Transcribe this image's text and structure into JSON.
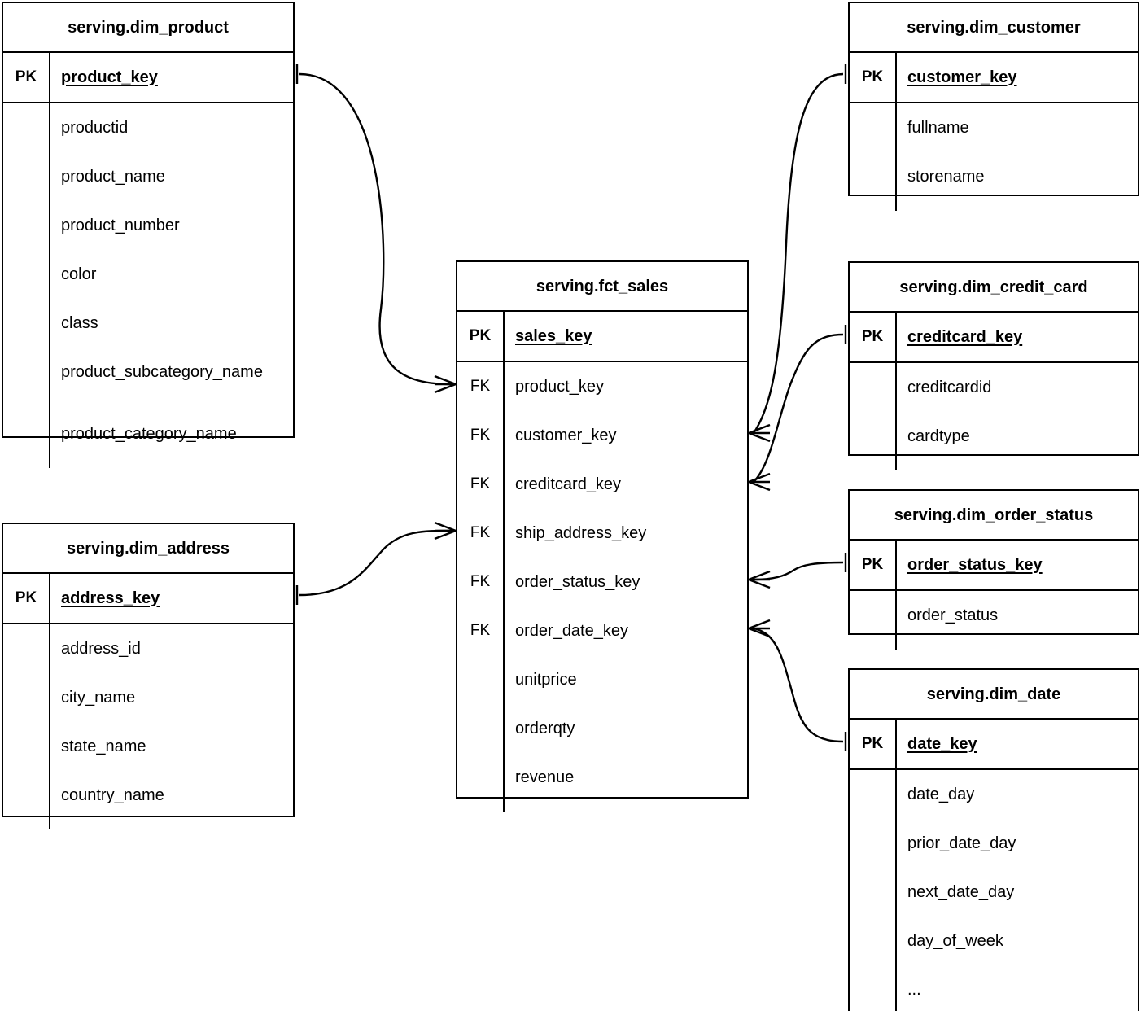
{
  "diagram": {
    "type": "entity-relationship-diagram",
    "notation": "crow's-foot",
    "background_color": "#ffffff",
    "line_color": "#000000",
    "text_color": "#000000"
  },
  "entities": [
    {
      "id": "dim_product",
      "title": "serving.dim_product",
      "pk_label": "PK",
      "pk_field": "product_key",
      "attributes": [
        {
          "key": "",
          "name": "productid"
        },
        {
          "key": "",
          "name": "product_name"
        },
        {
          "key": "",
          "name": "product_number"
        },
        {
          "key": "",
          "name": "color"
        },
        {
          "key": "",
          "name": "class"
        },
        {
          "key": "",
          "name": "product_subcategory_name"
        },
        {
          "key": "",
          "name": "product_category_name"
        }
      ]
    },
    {
      "id": "dim_address",
      "title": "serving.dim_address",
      "pk_label": "PK",
      "pk_field": "address_key",
      "attributes": [
        {
          "key": "",
          "name": "address_id"
        },
        {
          "key": "",
          "name": "city_name"
        },
        {
          "key": "",
          "name": "state_name"
        },
        {
          "key": "",
          "name": "country_name"
        }
      ]
    },
    {
      "id": "fct_sales",
      "title": "serving.fct_sales",
      "pk_label": "PK",
      "pk_field": "sales_key",
      "attributes": [
        {
          "key": "FK",
          "name": "product_key"
        },
        {
          "key": "FK",
          "name": "customer_key"
        },
        {
          "key": "FK",
          "name": "creditcard_key"
        },
        {
          "key": "FK",
          "name": "ship_address_key"
        },
        {
          "key": "FK",
          "name": "order_status_key"
        },
        {
          "key": "FK",
          "name": "order_date_key"
        },
        {
          "key": "",
          "name": "unitprice"
        },
        {
          "key": "",
          "name": "orderqty"
        },
        {
          "key": "",
          "name": "revenue"
        }
      ]
    },
    {
      "id": "dim_customer",
      "title": "serving.dim_customer",
      "pk_label": "PK",
      "pk_field": "customer_key",
      "attributes": [
        {
          "key": "",
          "name": "fullname"
        },
        {
          "key": "",
          "name": "storename"
        }
      ]
    },
    {
      "id": "dim_credit_card",
      "title": "serving.dim_credit_card",
      "pk_label": "PK",
      "pk_field": "creditcard_key",
      "attributes": [
        {
          "key": "",
          "name": "creditcardid"
        },
        {
          "key": "",
          "name": "cardtype"
        }
      ]
    },
    {
      "id": "dim_order_status",
      "title": "serving.dim_order_status",
      "pk_label": "PK",
      "pk_field": "order_status_key",
      "attributes": [
        {
          "key": "",
          "name": "order_status"
        }
      ]
    },
    {
      "id": "dim_date",
      "title": "serving.dim_date",
      "pk_label": "PK",
      "pk_field": "date_key",
      "attributes": [
        {
          "key": "",
          "name": "date_day"
        },
        {
          "key": "",
          "name": "prior_date_day"
        },
        {
          "key": "",
          "name": "next_date_day"
        },
        {
          "key": "",
          "name": "day_of_week"
        },
        {
          "key": "",
          "name": "..."
        }
      ]
    }
  ],
  "relationships": [
    {
      "from": "dim_product.product_key",
      "to": "fct_sales.product_key",
      "from_cardinality": "one",
      "to_cardinality": "many"
    },
    {
      "from": "dim_address.address_key",
      "to": "fct_sales.ship_address_key",
      "from_cardinality": "one",
      "to_cardinality": "many"
    },
    {
      "from": "dim_customer.customer_key",
      "to": "fct_sales.customer_key",
      "from_cardinality": "one",
      "to_cardinality": "many"
    },
    {
      "from": "dim_credit_card.creditcard_key",
      "to": "fct_sales.creditcard_key",
      "from_cardinality": "one",
      "to_cardinality": "many"
    },
    {
      "from": "dim_order_status.order_status_key",
      "to": "fct_sales.order_status_key",
      "from_cardinality": "one",
      "to_cardinality": "many"
    },
    {
      "from": "dim_date.date_key",
      "to": "fct_sales.order_date_key",
      "from_cardinality": "one",
      "to_cardinality": "many"
    }
  ]
}
